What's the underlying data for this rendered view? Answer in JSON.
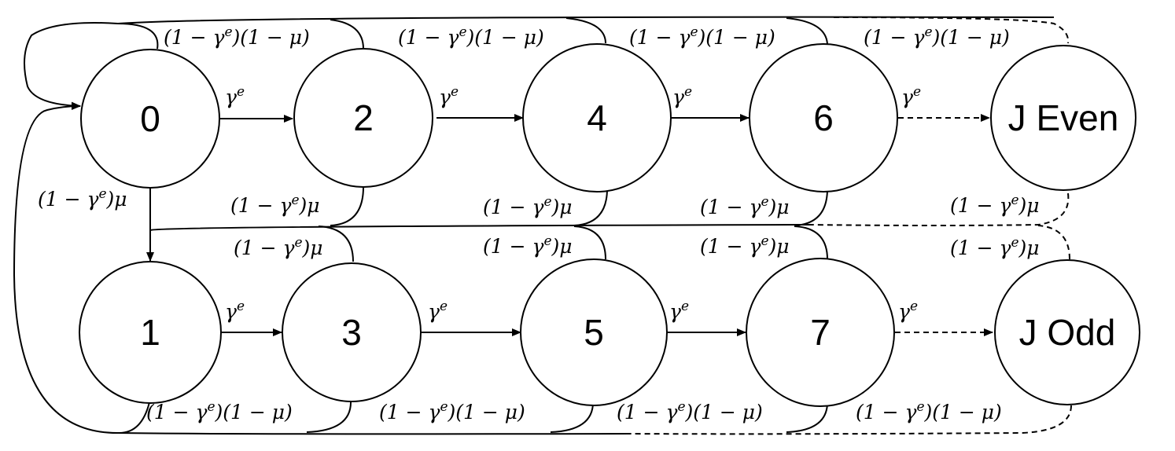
{
  "nodes": {
    "n0": "0",
    "n2": "2",
    "n4": "4",
    "n6": "6",
    "jeven": "J Even",
    "n1": "1",
    "n3": "3",
    "n5": "5",
    "n7": "7",
    "jodd": "J Odd"
  },
  "labels": {
    "gamma": "γ",
    "sup": "e",
    "return_label": "(1 − γ",
    "return_tail": ")(1 − μ)",
    "switch_head": "(1 − γ",
    "switch_tail": ")μ"
  },
  "colors": {
    "stroke": "#000000",
    "background": "#ffffff"
  }
}
